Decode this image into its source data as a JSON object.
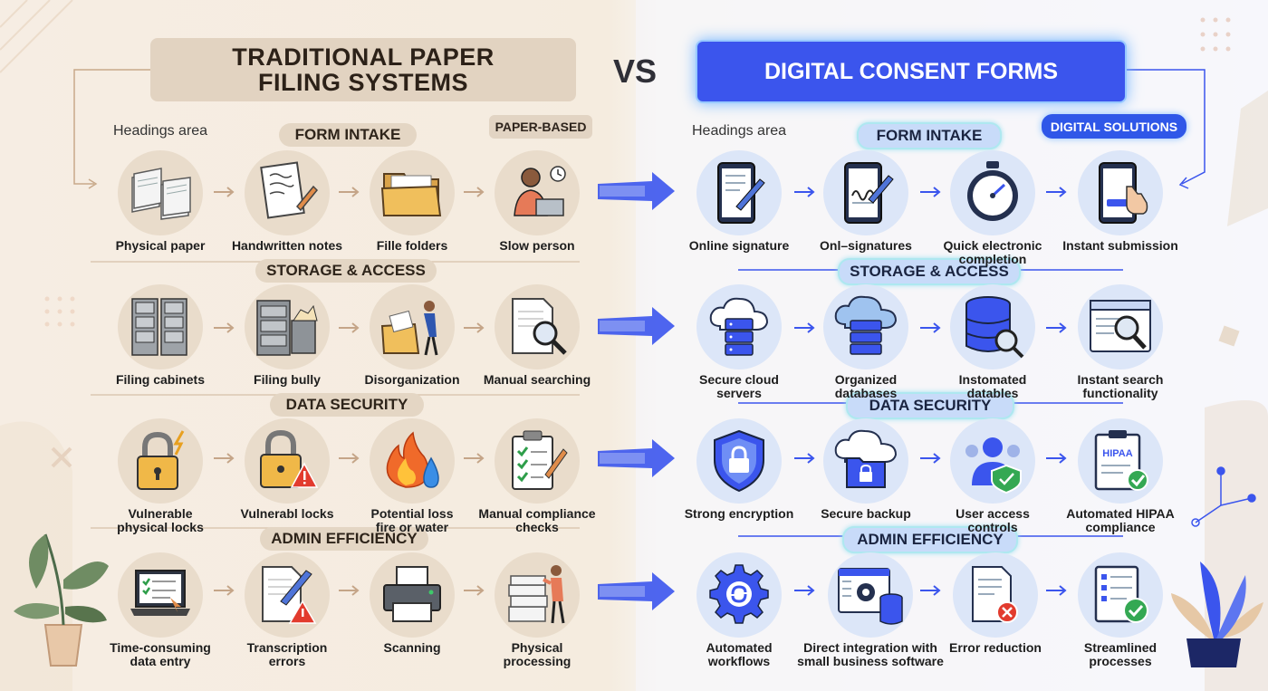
{
  "left_title": "TRADITIONAL PAPER\nFILING SYSTEMS",
  "vs": "VS",
  "right_title": "DIGITAL CONSENT FORMS",
  "headings_left": "Headings area",
  "headings_right": "Headings area",
  "badge_left": "PAPER-BASED",
  "badge_right": "DIGITAL SOLUTIONS",
  "sections_left": [
    "FORM INTAKE",
    "STORAGE & ACCESS",
    "DATA SECURITY",
    "ADMIN EFFICIENCY"
  ],
  "sections_right": [
    "FORM INTAKE",
    "STORAGE & ACCESS",
    "DATA SECURITY",
    "ADMIN EFFICIENCY"
  ],
  "left_items": [
    [
      {
        "label": "Physical paper",
        "icon": "paper-stack-icon"
      },
      {
        "label": "Handwritten notes",
        "icon": "handwritten-note-icon"
      },
      {
        "label": "Fille folders",
        "icon": "folder-icon"
      },
      {
        "label": "Slow person",
        "icon": "person-laptop-icon"
      }
    ],
    [
      {
        "label": "Filing cabinets",
        "icon": "filing-cabinet-icon"
      },
      {
        "label": "Filing bully",
        "icon": "cabinet-overflow-icon"
      },
      {
        "label": "Disorganization",
        "icon": "messy-folder-icon"
      },
      {
        "label": "Manual searching",
        "icon": "document-magnifier-icon"
      }
    ],
    [
      {
        "label": "Vulnerable\nphysical locks",
        "icon": "padlock-lightning-icon"
      },
      {
        "label": "Vulnerabl locks",
        "icon": "padlock-warning-icon"
      },
      {
        "label": "Potential loss\nfire or water",
        "icon": "fire-water-icon"
      },
      {
        "label": "Manual compliance\nchecks",
        "icon": "clipboard-checklist-icon"
      }
    ],
    [
      {
        "label": "Time-consuming\ndata entry",
        "icon": "laptop-checklist-icon"
      },
      {
        "label": "Transcription\nerrors",
        "icon": "document-warning-icon"
      },
      {
        "label": "Scanning",
        "icon": "printer-icon"
      },
      {
        "label": "Physical\nprocessing",
        "icon": "person-paper-stack-icon"
      }
    ]
  ],
  "right_items": [
    [
      {
        "label": "Online signature",
        "icon": "tablet-pen-icon"
      },
      {
        "label": "Onl–signatures",
        "icon": "tablet-signature-icon"
      },
      {
        "label": "Quick electronic\ncompletion",
        "icon": "stopwatch-icon"
      },
      {
        "label": "Instant submission",
        "icon": "phone-tap-icon"
      }
    ],
    [
      {
        "label": "Secure cloud\nservers",
        "icon": "cloud-server-icon"
      },
      {
        "label": "Organized\ndatabases",
        "icon": "cloud-database-icon"
      },
      {
        "label": "Instomated\ndatables",
        "icon": "database-magnifier-icon"
      },
      {
        "label": "Instant search\nfunctionality",
        "icon": "browser-search-icon"
      }
    ],
    [
      {
        "label": "Strong encryption",
        "icon": "shield-lock-icon"
      },
      {
        "label": "Secure backup",
        "icon": "cloud-folder-lock-icon"
      },
      {
        "label": "User access\ncontrols",
        "icon": "users-shield-icon"
      },
      {
        "label": "Automated HIPAA\ncompliance",
        "icon": "hipaa-clipboard-icon"
      }
    ],
    [
      {
        "label": "Automated\nworkflows",
        "icon": "gear-workflow-icon"
      },
      {
        "label": "Direct integration with\nsmall business software",
        "icon": "browser-gear-database-icon"
      },
      {
        "label": "Error reduction",
        "icon": "document-error-icon"
      },
      {
        "label": "Streamlined\nprocesses",
        "icon": "checklist-check-icon"
      }
    ]
  ],
  "colors": {
    "accent_blue": "#3b55ed",
    "paper_beige": "#e2d3c1",
    "check_green": "#34a853"
  }
}
